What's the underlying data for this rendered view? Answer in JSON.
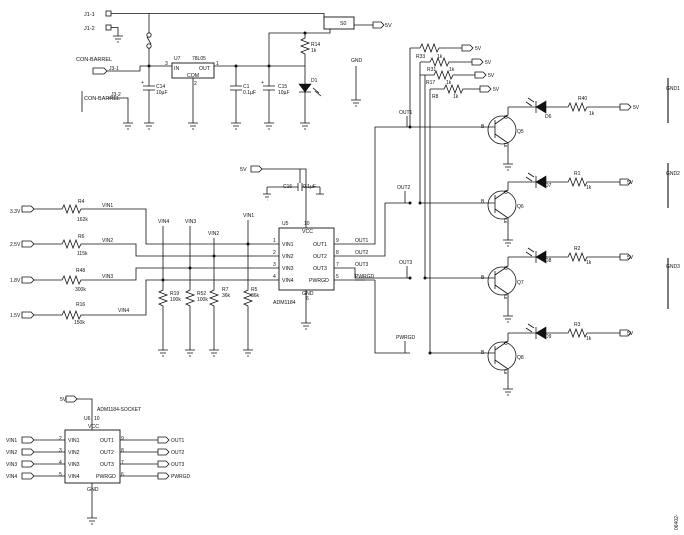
{
  "connectors": {
    "j1_1": "J1-1",
    "j1_2": "J1-2",
    "con_barrel_top": "CON-BARREL",
    "j3_1": "J3-1",
    "j3_2": "J3-2",
    "con_barrel_bottom": "CON-BARREL"
  },
  "regulator": {
    "ref": "U7",
    "part": "78L05",
    "pin_in": "IN",
    "pin_out": "OUT",
    "pin_com": "COM",
    "num_in": "3",
    "num_out": "1",
    "num_com": "2"
  },
  "switch": {
    "ref": "S0"
  },
  "supplies": {
    "five_v": "5V"
  },
  "ground_labels": {
    "gnd_top": "GND",
    "gnd1": "GND1",
    "gnd2": "GND2",
    "gnd3": "GND3"
  },
  "caps": {
    "c14_ref": "C14",
    "c14_val": "10µF",
    "c1_ref": "C1",
    "c1_val": "0.1µF",
    "c15_ref": "C15",
    "c15_val": "10µF",
    "c16_ref": "C16",
    "c16_val": "0.1µF"
  },
  "power_led": {
    "r14_ref": "R14",
    "r14_val": "1k",
    "d1_ref": "D1"
  },
  "inputs": {
    "v33": "3.3V",
    "v25": "2.5V",
    "v18": "1.8V",
    "v15": "1.5V",
    "r4_ref": "R4",
    "r4_val": "162k",
    "r6_ref": "R6",
    "r6_val": "115k",
    "r48_ref": "R48",
    "r48_val": "300k",
    "r16_ref": "R16",
    "r16_val": "150k",
    "net_vin1": "VIN1",
    "net_vin2": "VIN2",
    "net_vin3": "VIN3",
    "net_vin4": "VIN4"
  },
  "pulldowns": {
    "r19_ref": "R19",
    "r19_val": "100k",
    "r52_ref": "R52",
    "r52_val": "100k",
    "r7_ref": "R7",
    "r7_val": "36k",
    "r5_ref": "R5",
    "r5_val": "36k"
  },
  "chip": {
    "ref": "U5",
    "part": "ADM1184",
    "vcc": "VCC",
    "gnd": "GND",
    "vcc_pin": "10",
    "gnd_pin": "6",
    "vin1": "VIN1",
    "vin2": "VIN2",
    "vin3": "VIN3",
    "vin4": "VIN4",
    "out1": "OUT1",
    "out2": "OUT2",
    "out3": "OUT3",
    "pwrgd": "PWRGD",
    "p1": "1",
    "p2": "2",
    "p3": "3",
    "p4": "4",
    "p5": "5",
    "p7": "7",
    "p8": "8",
    "p9": "9"
  },
  "pullups": {
    "r33": "R33",
    "r33_val": "1k",
    "r31": "R31",
    "r31_val": "1k",
    "r17": "R17",
    "r17_val": "1k",
    "r8": "R8",
    "r8_val": "1k"
  },
  "net_labels": {
    "out1": "OUT1",
    "out2": "OUT2",
    "out3": "OUT3",
    "pwrgd": "PWRGD"
  },
  "led_stages": {
    "q5": "Q5",
    "q6": "Q6",
    "q7": "Q7",
    "q8": "Q8",
    "d6": "D6",
    "d7": "D7",
    "d8": "D8",
    "d9": "D9",
    "r40": "R40",
    "r1": "R1",
    "r2": "R2",
    "r3": "R3",
    "r_val": "1k",
    "b": "B",
    "c": "C",
    "e": "E"
  },
  "socket": {
    "ref": "U6",
    "part": "ADM1184-SOCKET",
    "vcc": "VCC",
    "gnd": "GND",
    "vcc_pin": "10",
    "vin1": "VIN1",
    "vin2": "VIN2",
    "vin3": "VIN3",
    "vin4": "VIN4",
    "out1": "OUT1",
    "out2": "OUT2",
    "out3": "OUT3",
    "pwrgd": "PWRGD",
    "p2": "2",
    "p3": "3",
    "p4": "4",
    "p5": "5",
    "p9": "9",
    "p8": "8",
    "p7": "7",
    "p6": "6"
  },
  "figure_number": "06402-"
}
